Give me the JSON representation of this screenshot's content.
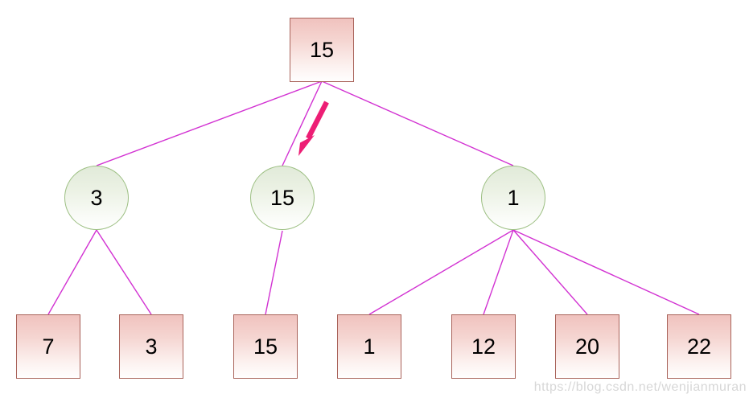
{
  "diagram": {
    "title_hint": "tree-of-numbers",
    "root": {
      "value": "15",
      "shape": "square"
    },
    "mid_nodes": [
      {
        "value": "3",
        "shape": "circle"
      },
      {
        "value": "15",
        "shape": "circle"
      },
      {
        "value": "1",
        "shape": "circle"
      }
    ],
    "leaf_nodes": [
      {
        "value": "7",
        "shape": "square",
        "parent": "3"
      },
      {
        "value": "3",
        "shape": "square",
        "parent": "3"
      },
      {
        "value": "15",
        "shape": "square",
        "parent": "15"
      },
      {
        "value": "1",
        "shape": "square",
        "parent": "1"
      },
      {
        "value": "12",
        "shape": "square",
        "parent": "1"
      },
      {
        "value": "20",
        "shape": "square",
        "parent": "1"
      },
      {
        "value": "22",
        "shape": "square",
        "parent": "1"
      }
    ],
    "arrow": {
      "meaning": "points from root toward middle circle 15"
    }
  },
  "colors": {
    "connector_line": "#d232d2",
    "arrow": "#ed1e75",
    "square_border": "#a9635a",
    "square_fill_top": "#f0c2be",
    "circle_border": "#9cbf82",
    "circle_fill_top": "#e1ead9",
    "node_text": "#000000",
    "watermark_text": "#d7d7d7"
  },
  "watermark": "https://blog.csdn.net/wenjianmuran"
}
